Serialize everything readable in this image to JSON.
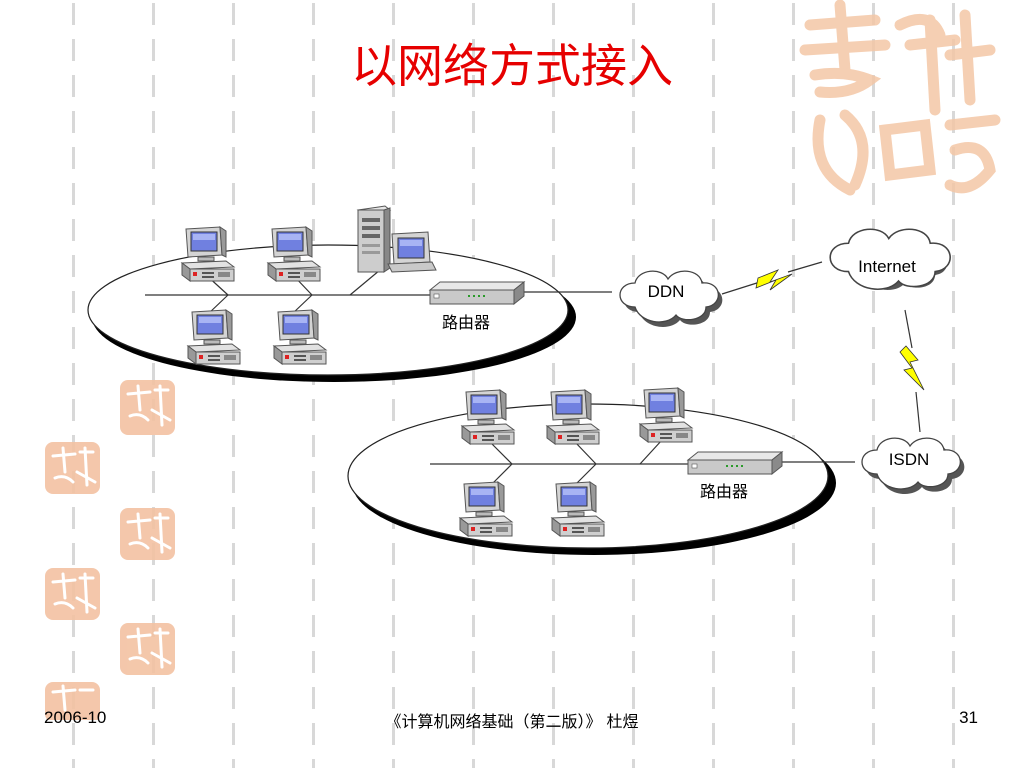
{
  "slide": {
    "title": "以网络方式接入",
    "footer_date": "2006-10",
    "footer_center": "《计算机网络基础（第二版）》  杜煜",
    "page_number": "31"
  },
  "diagram": {
    "router_label_top": "路由器",
    "router_label_bottom": "路由器",
    "cloud_ddn": "DDN",
    "cloud_internet": "Internet",
    "cloud_isdn": "ISDN"
  },
  "decor": {
    "seal_text": "吉祥如意",
    "seal_color": "#f0b898"
  },
  "colors": {
    "title": "#e60000"
  }
}
